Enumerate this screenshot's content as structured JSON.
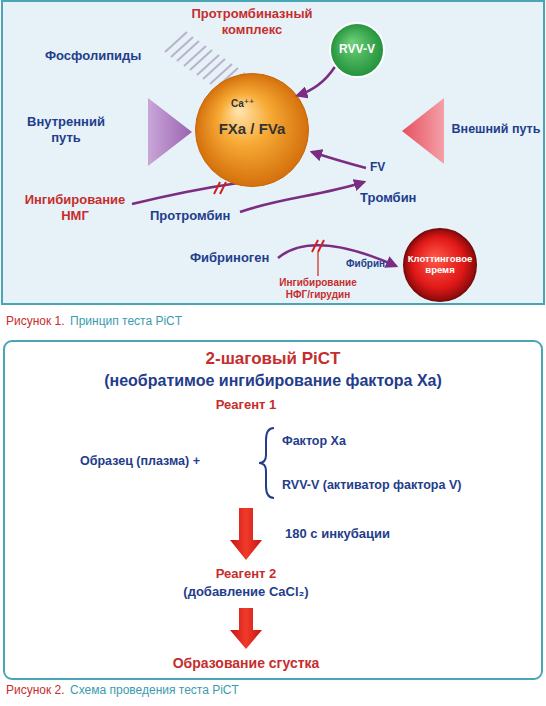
{
  "diagram": {
    "nodes": [
      {
        "text": [
          "Протромбиназный комплекс",
          "Ca⁺⁺",
          "FXa / FVa"
        ]
      },
      {
        "text": [
          "RVV-V"
        ]
      },
      {
        "text": [
          "Внутренний путь"
        ]
      },
      {
        "text": [
          "Внешний путь"
        ]
      },
      {
        "text": [
          "Клоттинговое время"
        ]
      }
    ],
    "edges": [
      {
        "from": 1,
        "to": 0,
        "arrow": "to"
      }
    ],
    "labels": [
      "Фосфолипиды",
      "FV",
      "Ингибирование НМГ",
      "Протромбин",
      "Тромбин",
      "Фибриноген",
      "Фибрин",
      "Ингибирование НФГ/гирудин",
      "Рисунок 1.",
      "Принцип теста PiCT",
      "2-шаговый PiCT",
      "(необратимое ингибирование фактора Xa)",
      "Реагент 1",
      "Образец (плазма) +",
      "Фактор Xa",
      "RVV-V (активатор фактора V)",
      "180 с инкубации",
      "Реагент 2",
      "(добавление CaCl₂)",
      "Образование сгустка",
      "Рисунок 2.",
      "Схема проведения теста PiCT"
    ]
  }
}
